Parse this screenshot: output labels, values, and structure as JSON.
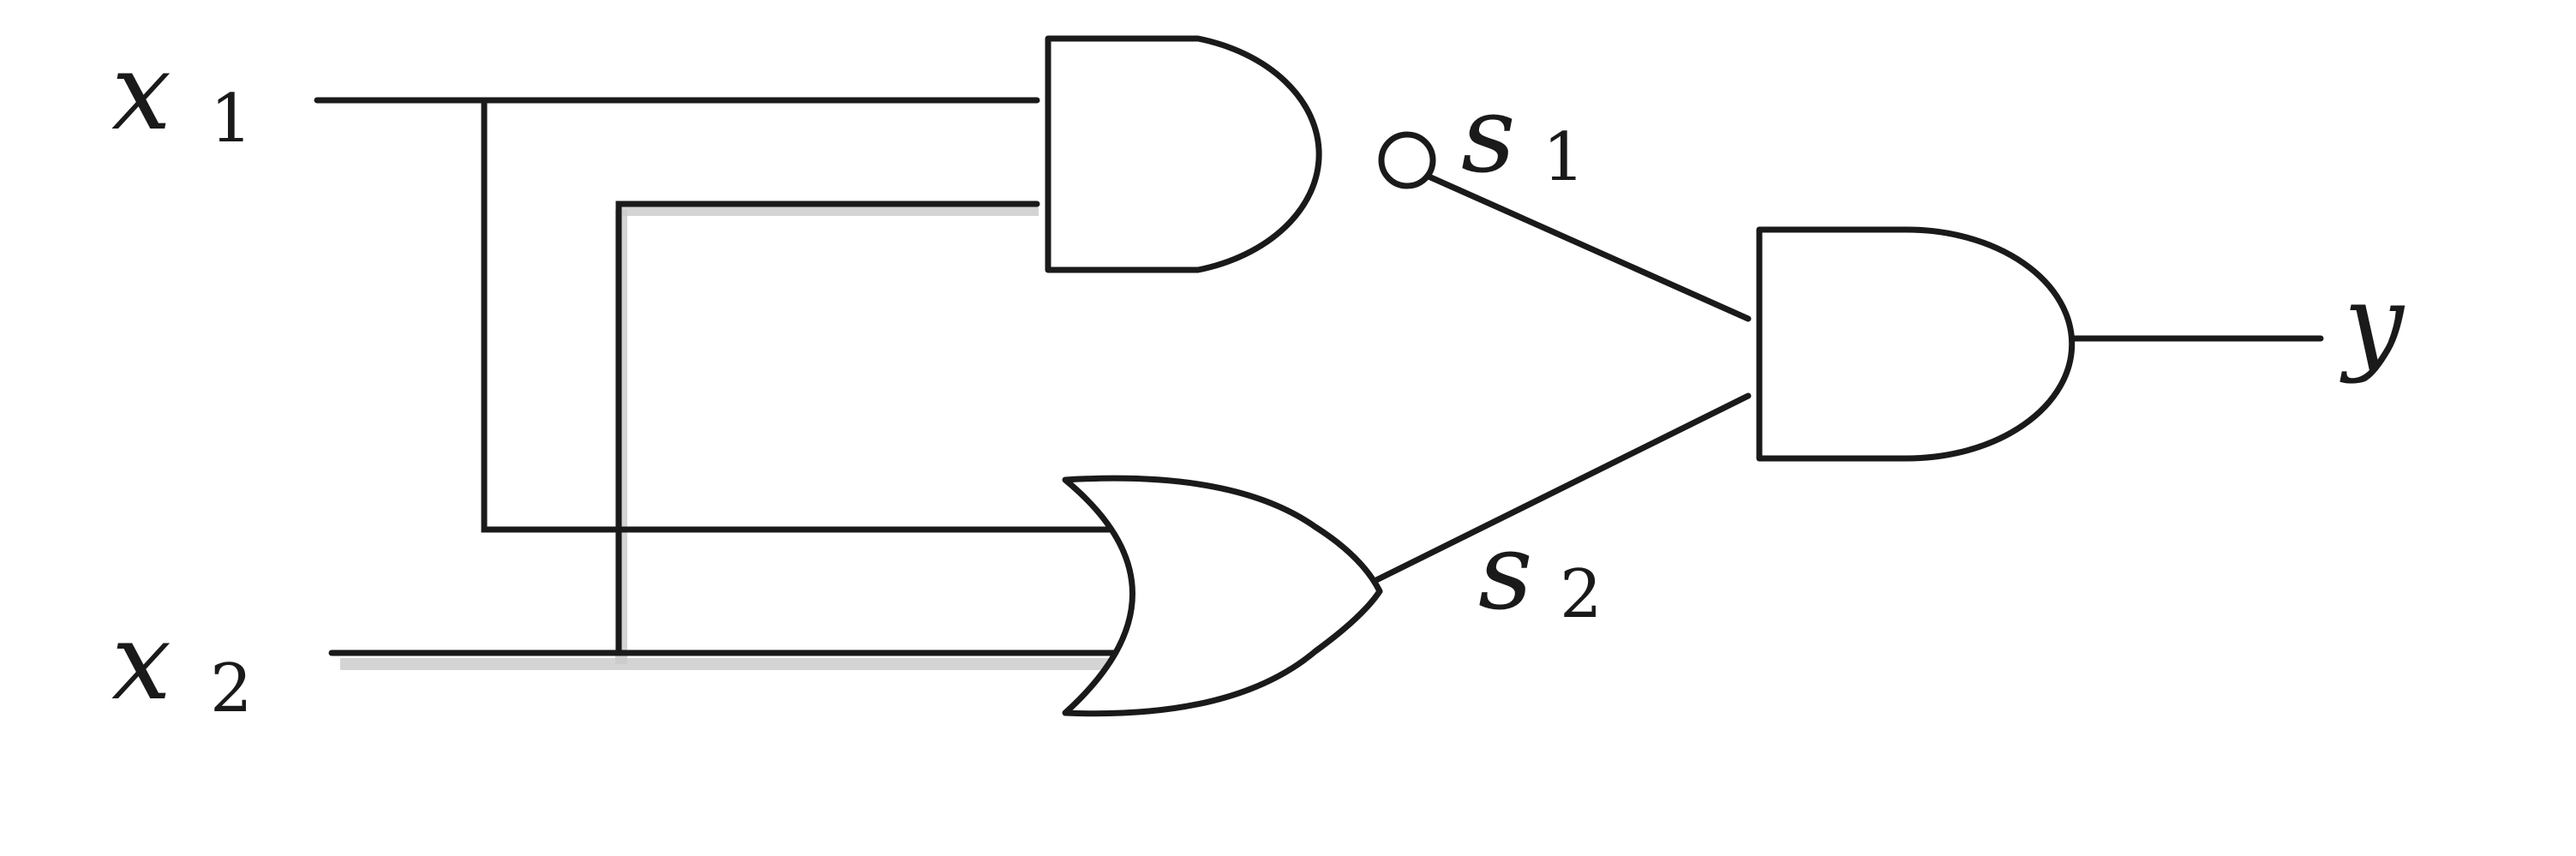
{
  "diagram": {
    "inputs": [
      {
        "name": "x",
        "subscript": "1"
      },
      {
        "name": "x",
        "subscript": "2"
      }
    ],
    "signals": [
      {
        "name": "s",
        "subscript": "1"
      },
      {
        "name": "s",
        "subscript": "2"
      }
    ],
    "output": {
      "name": "y"
    },
    "gates": [
      {
        "id": "nand-gate",
        "type": "NAND",
        "inputs": [
          "x1",
          "x2"
        ],
        "output": "s1"
      },
      {
        "id": "or-gate",
        "type": "OR",
        "inputs": [
          "x1",
          "x2"
        ],
        "output": "s2"
      },
      {
        "id": "and-gate",
        "type": "AND",
        "inputs": [
          "s1",
          "s2"
        ],
        "output": "y"
      }
    ]
  }
}
